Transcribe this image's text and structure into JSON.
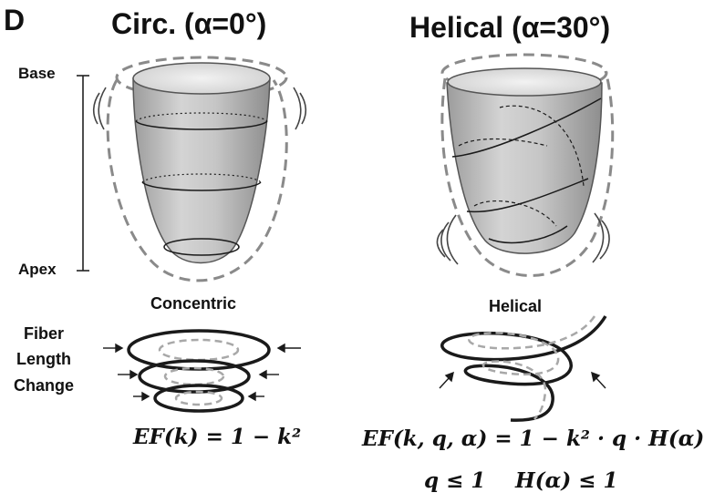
{
  "panel": {
    "letter": "D",
    "title_left": "Circ. (α=0°)",
    "title_right": "Helical (α=30°)"
  },
  "axis": {
    "base_label": "Base",
    "apex_label": "Apex"
  },
  "fiber_label": [
    "Fiber",
    "Length",
    "Change"
  ],
  "subtitles": {
    "left": "Concentric",
    "right": "Helical"
  },
  "equations": {
    "circ": "EF(k) = 1 − k²",
    "helical": "EF(k, q, α) = 1 − k² · q · H(α)",
    "q_constraint": "q ≤ 1",
    "h_constraint": "H(α) ≤ 1"
  },
  "colors": {
    "heart_fill": "#c8c8c8",
    "heart_rim": "#e6e6e6",
    "dashed_outline": "#8a8a8a",
    "fiber_solid": "#1a1a1a",
    "fiber_dashed": "#a8a8a8"
  }
}
